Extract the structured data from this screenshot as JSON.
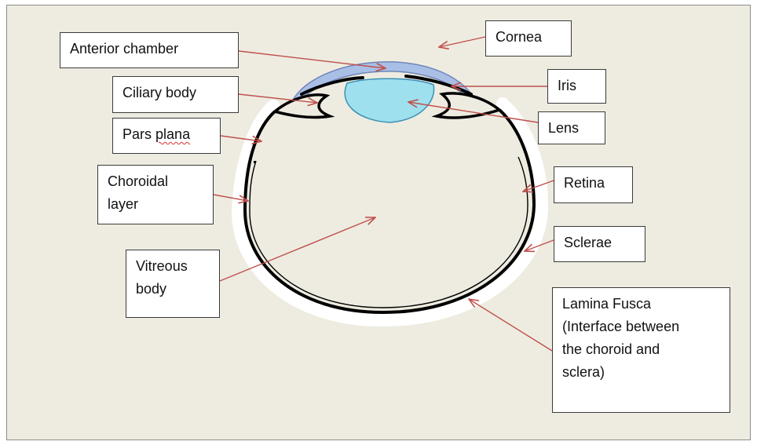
{
  "labels": {
    "anterior_chamber": "Anterior chamber",
    "ciliary_body": "Ciliary body",
    "pars_plana_word1": "Pars",
    "pars_plana_word2": "plana",
    "choroidal_layer": "Choroidal\nlayer",
    "vitreous_body": "Vitreous\nbody",
    "cornea": "Cornea",
    "iris": "Iris",
    "lens": "Lens",
    "retina": "Retina",
    "sclerae": "Sclerae",
    "lamina_fusca": "Lamina Fusca\n(Interface between\nthe choroid and\nsclera)"
  },
  "colors": {
    "background": "#eeece1",
    "arrow": "#c0504d",
    "cornea_fill": "#a9bfe6",
    "lens_fill": "#9fe0ee",
    "eye_wall": "#000000"
  }
}
